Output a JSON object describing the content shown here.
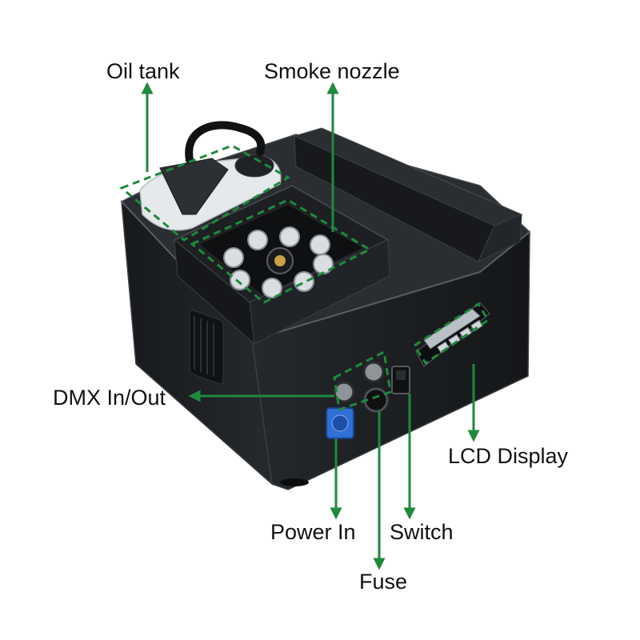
{
  "callouts": {
    "oil_tank": "Oil tank",
    "smoke_nozzle": "Smoke nozzle",
    "dmx": "DMX In/Out",
    "lcd": "LCD Display",
    "power_in": "Power In",
    "switch": "Switch",
    "fuse": "Fuse"
  },
  "colors": {
    "callout_green": "#1e8a3c",
    "device_body": "#1b1d20",
    "device_edge": "#3a3d42",
    "power_connector": "#2f6fd6",
    "tank": "#e6e9ec",
    "led": "#d9dee2"
  }
}
